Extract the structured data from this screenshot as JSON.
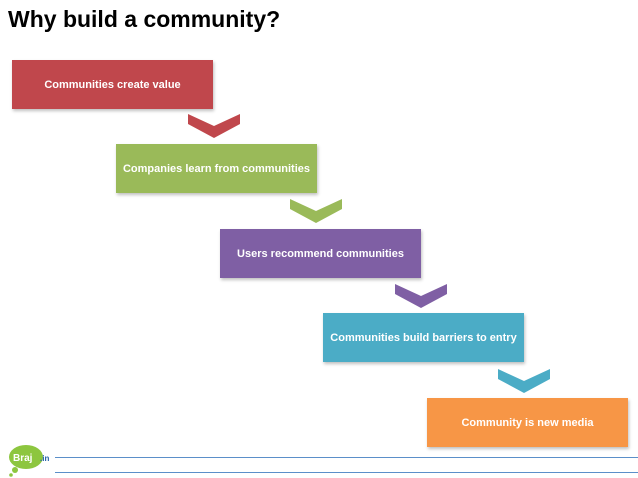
{
  "title": "Why build a community?",
  "steps": [
    {
      "label": "Communities create value",
      "color": "#c0474c"
    },
    {
      "label": "Companies learn from communities",
      "color": "#9aba59"
    },
    {
      "label": "Users recommend communities",
      "color": "#7f5fa4"
    },
    {
      "label": "Communities build barriers to entry",
      "color": "#4bacc6"
    },
    {
      "label": "Community is new media",
      "color": "#f79646"
    }
  ],
  "connector_icon": "chevron-down-icon",
  "logo": {
    "text": "Braj",
    "suffix": ".in",
    "brand_color": "#8dc63f",
    "accent_color": "#1f5fa8"
  }
}
